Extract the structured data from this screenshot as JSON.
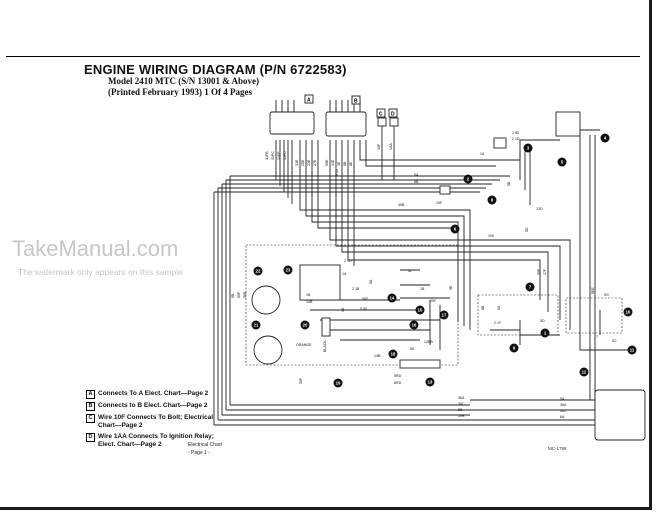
{
  "header": {
    "title": "ENGINE WIRING DIAGRAM (P/N 6722583)",
    "model": "Model 2410 MTC (S/N 13001 & Above)",
    "printed": "(Printed February 1993) 1 Of 4 Pages"
  },
  "watermark": {
    "brand": "TakeManual.com",
    "note": "The watermark only appears on this sample"
  },
  "legend": [
    {
      "box": "A",
      "text": "Connects To A Elect. Chart—Page 2"
    },
    {
      "box": "B",
      "text": "Connects to B Elect. Chart—Page 2"
    },
    {
      "box": "C",
      "text": "Wire 10F Connects To Bolt; Electrical Chart—Page 2"
    },
    {
      "box": "D",
      "text": "Wire 1AA Connects To Ignition Relay; Elect. Chart—Page 2"
    }
  ],
  "footer": {
    "chart": "Electrical Chart",
    "page": "- Page 1 -",
    "code": "MC-1798"
  },
  "connector_tags": [
    "A",
    "B",
    "C",
    "D"
  ],
  "components": [
    "1",
    "2",
    "3",
    "4",
    "5",
    "6",
    "7",
    "8",
    "9",
    "10",
    "11",
    "12",
    "13",
    "14",
    "15",
    "16",
    "17",
    "18",
    "19",
    "20",
    "21",
    "22",
    "23"
  ],
  "wire_labels": [
    "31FB",
    "31FC",
    "31FE",
    "31FD",
    "33E",
    "25E",
    "23E",
    "27E",
    "50E",
    "44E",
    "3E",
    "8B",
    "8E",
    "10F",
    "1AA",
    "2 85",
    "2 1D",
    "1A",
    "6A",
    "6B",
    "40B",
    "10F",
    "100",
    "13D",
    "1B",
    "14B",
    "1A",
    "2 1D",
    "5L",
    "50F",
    "5 50",
    "25F",
    "1B",
    "2 1B",
    "8B",
    "5A",
    "5D",
    "2 1F",
    "50E",
    "27F",
    "5G",
    "14B",
    "12BB",
    "5RD",
    "8RD",
    "36A",
    "36C",
    "5B",
    "50B",
    "5A",
    "36A",
    "50C",
    "6A",
    "ORANGE",
    "BLACK",
    "1A",
    "9A",
    "50F",
    "9E",
    "8 55",
    "5B",
    "5EE",
    "5D",
    "5B",
    "55F",
    "50B",
    "5E",
    "5C",
    "7"
  ]
}
